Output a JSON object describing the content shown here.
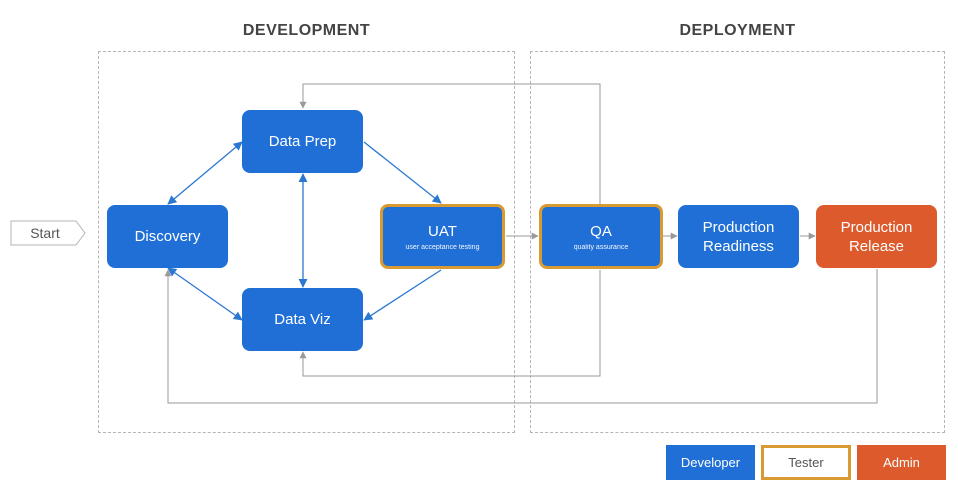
{
  "sections": {
    "development": "DEVELOPMENT",
    "deployment": "DEPLOYMENT"
  },
  "start": {
    "label": "Start"
  },
  "nodes": {
    "discovery": {
      "label": "Discovery"
    },
    "data_prep": {
      "label": "Data Prep"
    },
    "data_viz": {
      "label": "Data Viz"
    },
    "uat": {
      "label": "UAT",
      "sub": "user acceptance testing"
    },
    "qa": {
      "label": "QA",
      "sub": "quality assurance"
    },
    "production_readiness": {
      "label": "Production\nReadiness"
    },
    "production_release": {
      "label": "Production\nRelease"
    }
  },
  "legend": {
    "developer": "Developer",
    "tester": "Tester",
    "admin": "Admin"
  },
  "colors": {
    "developer": "#1f6fd6",
    "tester_border": "#d89a33",
    "admin": "#dc5a2c",
    "section_title": "#444444",
    "arrow_blue": "#2b78d0",
    "arrow_gray": "#9a9a9a"
  }
}
